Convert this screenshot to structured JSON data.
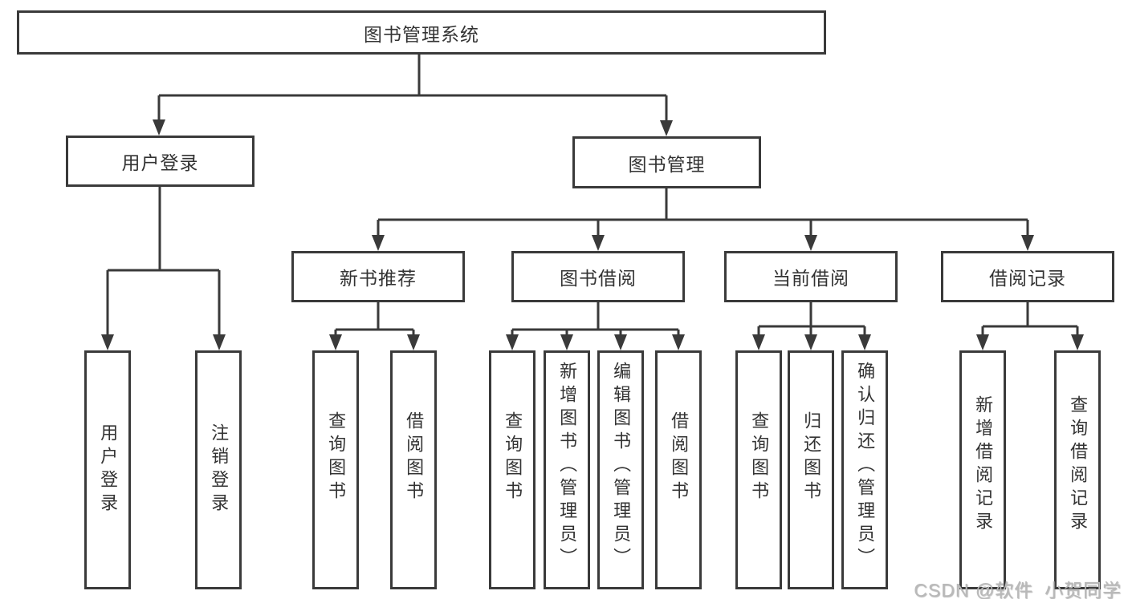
{
  "diagram": {
    "title": "图书管理系统",
    "level2": [
      {
        "label": "用户登录"
      },
      {
        "label": "图书管理"
      }
    ],
    "level3": [
      {
        "label": "新书推荐"
      },
      {
        "label": "图书借阅"
      },
      {
        "label": "当前借阅"
      },
      {
        "label": "借阅记录"
      }
    ],
    "leaves": {
      "login": [
        "用户登录",
        "注销登录"
      ],
      "recommend": [
        "查询图书",
        "借阅图书"
      ],
      "borrow": [
        "查询图书",
        "新增图书（管理员）",
        "编辑图书（管理员）",
        "借阅图书"
      ],
      "current": [
        "查询图书",
        "归还图书",
        "确认归还（管理员）"
      ],
      "records": [
        "新增借阅记录",
        "查询借阅记录"
      ]
    }
  },
  "watermark": "CSDN @软件_小贺同学",
  "colors": {
    "line": "#3a3a3a",
    "text": "#333333",
    "watermark": "#b9b9b9",
    "background": "#ffffff"
  }
}
